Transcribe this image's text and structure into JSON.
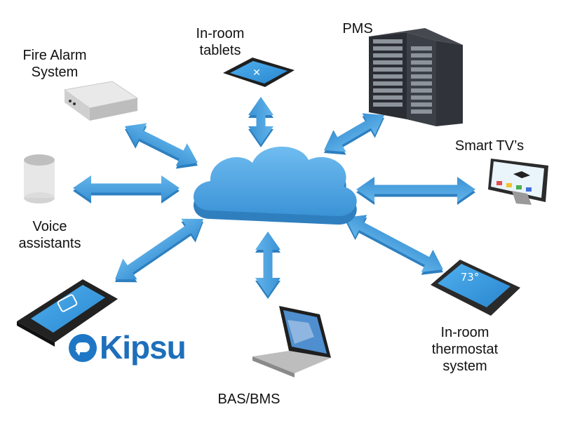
{
  "nodes": {
    "fire_alarm": {
      "line1": "Fire Alarm",
      "line2": "System"
    },
    "tablets": {
      "line1": "In-room",
      "line2": "tablets"
    },
    "pms": {
      "line1": "PMS"
    },
    "smart_tv": {
      "line1": "Smart TV’s"
    },
    "voice": {
      "line1": "Voice",
      "line2": "assistants"
    },
    "thermostat": {
      "line1": "In-room",
      "line2": "thermostat",
      "line3": "system",
      "screen_temp": "73°"
    },
    "bas_bms": {
      "line1": "BAS/BMS"
    }
  },
  "brand": {
    "name": "Kipsu"
  },
  "colors": {
    "arrow": "#4aa3df",
    "cloud": "#4da7e3",
    "brand": "#1e6fba",
    "device_dark": "#1f1f1f"
  }
}
